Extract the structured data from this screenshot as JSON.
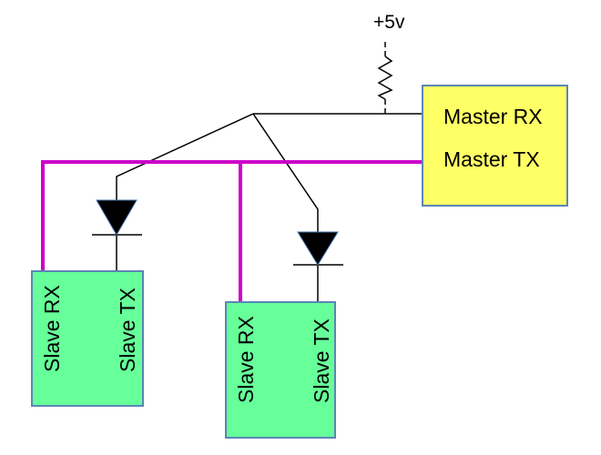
{
  "diagram": {
    "power_label": "+5v",
    "master": {
      "rx_label": "Master RX",
      "tx_label": "Master TX"
    },
    "slaves": [
      {
        "rx_label": "Slave RX",
        "tx_label": "Slave TX"
      },
      {
        "rx_label": "Slave RX",
        "tx_label": "Slave TX"
      }
    ],
    "icons": {
      "diode": "filled-triangle-down-with-cathode-bar",
      "resistor": "vertical-zigzag",
      "power_feed": "dashed-line"
    },
    "colors": {
      "master_fill": "#ffff66",
      "slave_fill": "#66ff99",
      "box_border": "#5c85b5",
      "tx_wire": "#cc00cc",
      "rx_wire": "#000000",
      "diode_fill": "#000000",
      "text": "#000000"
    }
  }
}
